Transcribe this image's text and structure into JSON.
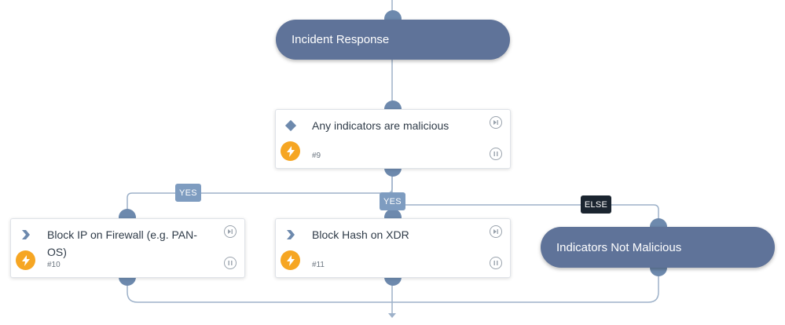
{
  "colors": {
    "pill": "#5f7399",
    "connector": "#9db1c9",
    "port": "#6d89ad",
    "bolt": "#f6a623",
    "yes_label": "#7e9cc0",
    "else_label": "#1b2530"
  },
  "nodes": {
    "incident_response": {
      "label": "Incident Response"
    },
    "condition": {
      "title": "Any indicators are malicious",
      "number": "#9",
      "type_icon": "diamond-icon",
      "status_icon": "bolt-icon"
    },
    "block_ip": {
      "title": "Block IP on Firewall (e.g. PAN-OS)",
      "number": "#10",
      "type_icon": "chevron-icon",
      "status_icon": "bolt-icon"
    },
    "block_hash": {
      "title": "Block Hash on XDR",
      "number": "#11",
      "type_icon": "chevron-icon",
      "status_icon": "bolt-icon"
    },
    "not_malicious": {
      "label": "Indicators Not Malicious"
    }
  },
  "edges": {
    "yes_left": "YES",
    "yes_center": "YES",
    "else": "ELSE"
  }
}
